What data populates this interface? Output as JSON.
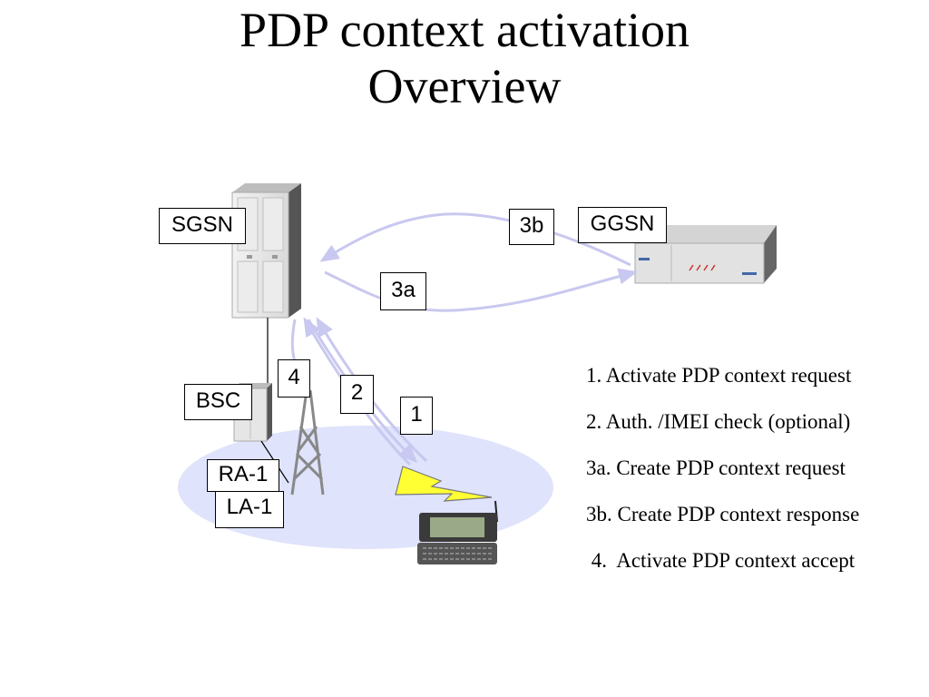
{
  "title": {
    "line1": "PDP context activation",
    "line2": "Overview"
  },
  "nodes": {
    "sgsn": "SGSN",
    "ggsn": "GGSN",
    "bsc": "BSC",
    "ra": "RA-1",
    "la": "LA-1"
  },
  "steps": {
    "s1": "1",
    "s2": "2",
    "s3a": "3a",
    "s3b": "3b",
    "s4": "4"
  },
  "legend": [
    "1.  Activate PDP context request",
    "2.  Auth. /IMEI check (optional)",
    "3a. Create PDP context request",
    "3b. Create PDP context response",
    " 4.  Activate PDP context accept"
  ],
  "colors": {
    "arrow": "#c8c8f0",
    "area": "#dfe3fb",
    "lightning": "#ffff33",
    "box_border": "#000000"
  },
  "icons": [
    "server-rack-icon",
    "router-box-icon",
    "cell-tower-icon",
    "mobile-device-icon",
    "lightning-bolt-icon"
  ]
}
